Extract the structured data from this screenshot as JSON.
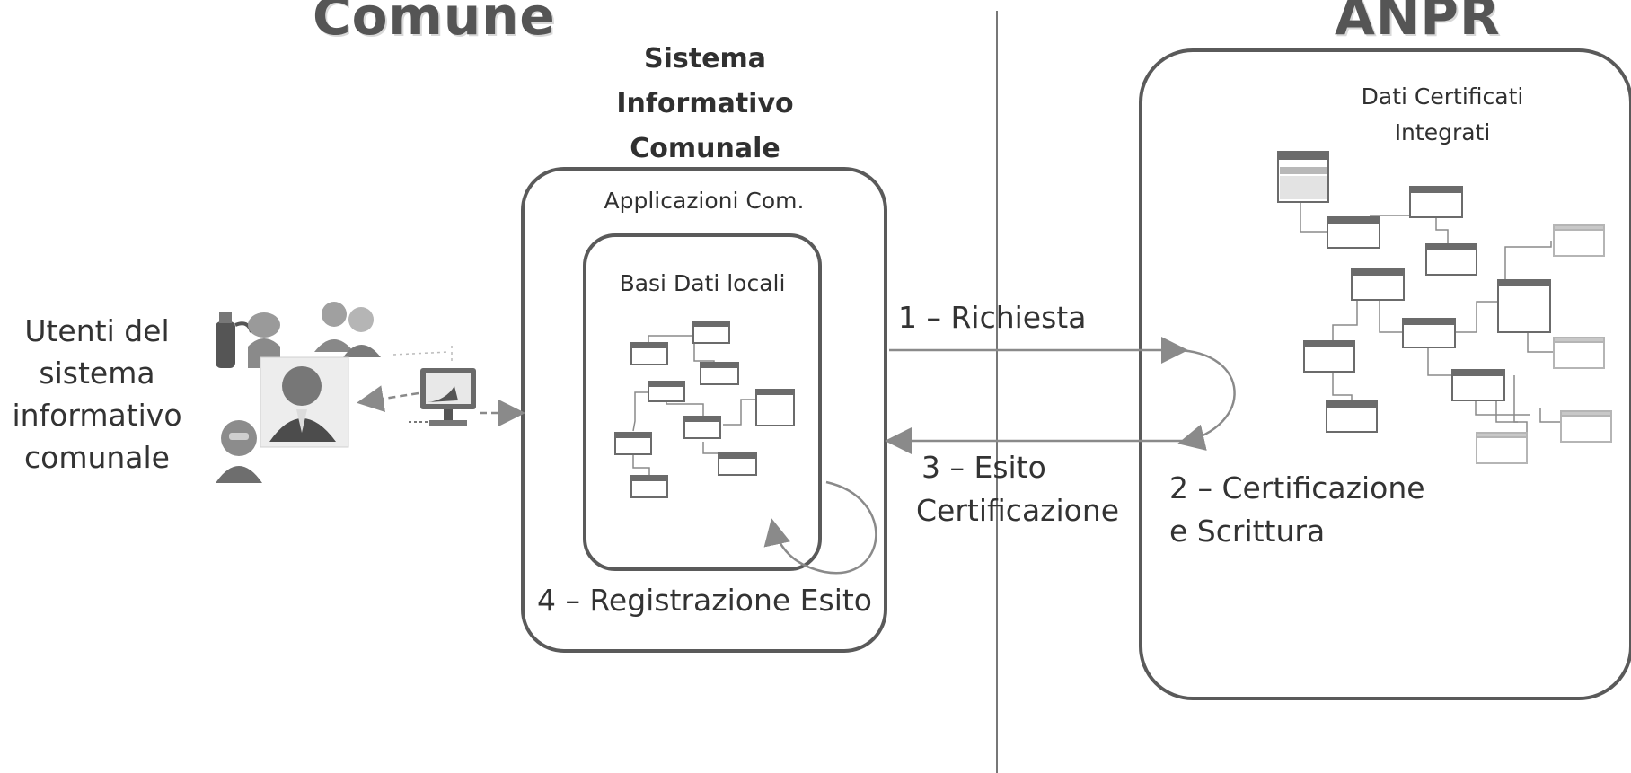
{
  "left_section": {
    "title": "Comune"
  },
  "right_section": {
    "title": "ANPR"
  },
  "users": {
    "label": [
      "Utenti del",
      "sistema",
      "informativo",
      "comunale"
    ]
  },
  "sistema": {
    "label": [
      "Sistema",
      "Informativo",
      "Comunale"
    ]
  },
  "applicazioni": {
    "label": "Applicazioni Com."
  },
  "basi_dati": {
    "label": "Basi Dati locali"
  },
  "anpr_box": {
    "label": [
      "Dati Certificati",
      "Integrati"
    ]
  },
  "steps": {
    "richiesta": "1 – Richiesta",
    "esito": [
      "3 – Esito",
      "Certificazione"
    ],
    "certificazione": [
      "2 – Certificazione",
      "e Scrittura"
    ],
    "registrazione": "4 – Registrazione Esito"
  },
  "colors": {
    "box_border": "#5a5a5a",
    "arrow": "#8a8a8a",
    "divider": "#777777",
    "table_header": "#6b6b6b"
  }
}
